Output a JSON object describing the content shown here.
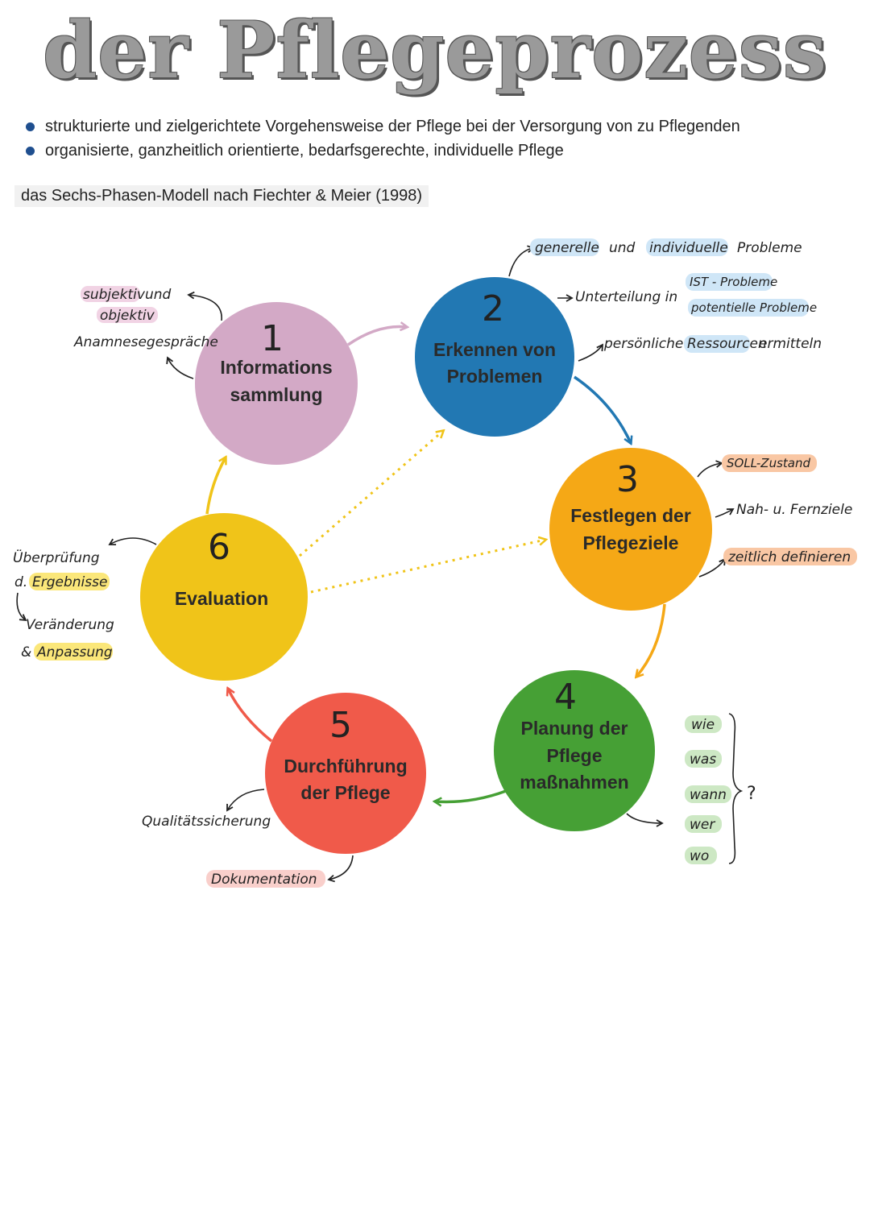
{
  "title": "der Pflegeprozess",
  "bullets": [
    "strukturierte und zielgerichtete Vorgehensweise der Pflege bei der Versorgung von zu Pflegenden",
    "organisierte, ganzheitlich orientierte, bedarfsgerechte, individuelle Pflege"
  ],
  "subtitle": "das Sechs-Phasen-Modell nach Fiechter & Meier (1998)",
  "colors": {
    "phase1": "#d3a9c6",
    "phase2": "#2278b3",
    "phase3": "#f5a816",
    "phase4": "#46a035",
    "phase5": "#f05a4a",
    "phase6": "#f0c419",
    "highlight_pink": "#f1d3e4",
    "highlight_blue": "#cfe6f7",
    "highlight_orange": "#f9c7a4",
    "highlight_yellow": "#fbe77a",
    "highlight_green": "#cde8c4"
  },
  "phases": {
    "p1": {
      "number": "1",
      "line1": "Informations",
      "line2": "sammlung"
    },
    "p2": {
      "number": "2",
      "line1": "Erkennen von",
      "line2": "Problemen"
    },
    "p3": {
      "number": "3",
      "line1": "Festlegen der",
      "line2": "Pflegeziele"
    },
    "p4": {
      "number": "4",
      "line1": "Planung der",
      "line2": "Pflege",
      "line3": "maßnahmen"
    },
    "p5": {
      "number": "5",
      "line1": "Durchführung",
      "line2": "der Pflege"
    },
    "p6": {
      "number": "6",
      "line1": "Evaluation"
    }
  },
  "notes": {
    "p1": {
      "subjektiv": "subjektiv",
      "und": "und",
      "objektiv": "objektiv",
      "anamnese": "Anamnesegespräche"
    },
    "p2": {
      "generelle": "generelle",
      "und": "und",
      "individuelle": "individuelle",
      "probleme": "Probleme",
      "unterteilung": "Unterteilung in",
      "ist_probleme": "IST - Probleme",
      "potentielle": "potentielle Probleme",
      "persoenliche": "persönliche",
      "ressourcen": "Ressourcen",
      "ermitteln": "ermitteln"
    },
    "p3": {
      "soll": "SOLL-Zustand",
      "nah_fern": "Nah- u. Fernziele",
      "zeitlich": "zeitlich definieren"
    },
    "p4": {
      "questions": [
        "wie",
        "was",
        "wann",
        "wer",
        "wo"
      ],
      "qmark": "?"
    },
    "p5": {
      "qualitaet": "Qualitätssicherung",
      "doku": "Dokumentation"
    },
    "p6": {
      "ueberpruefung": "Überprüfung",
      "d": "d.",
      "ergebnisse": "Ergebnisse",
      "veraenderung": "Veränderung",
      "amp": "&",
      "anpassung": "Anpassung"
    }
  }
}
